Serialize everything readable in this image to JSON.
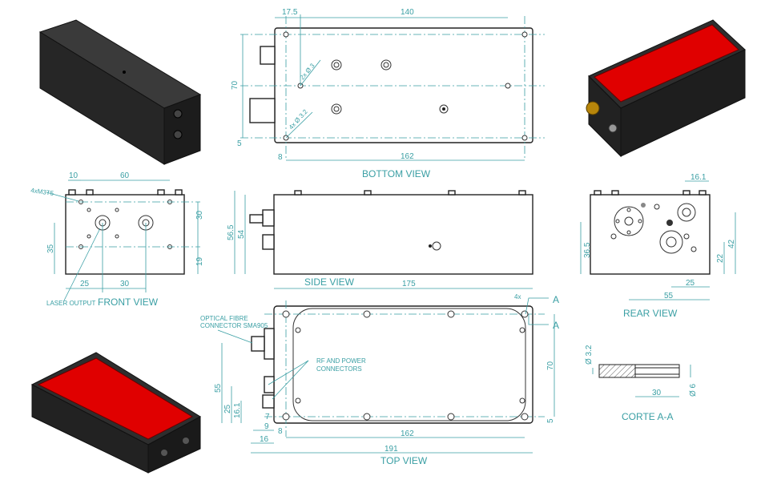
{
  "colors": {
    "dimension": "#3a9fa4",
    "housing": "#2b2b2b",
    "lid": "#e00000"
  },
  "bottom_view": {
    "title": "BOTTOM VIEW",
    "dims": {
      "left_offset": "17.5",
      "hole_span": "140",
      "height": "70",
      "edge": "5",
      "side_offset": "8",
      "length": "162"
    },
    "notes": {
      "holes_a": "2x Ø 3",
      "holes_b": "4x Ø 3.2"
    }
  },
  "front_view": {
    "title": "FRONT VIEW",
    "dims": {
      "offset": "10",
      "span": "60",
      "upper": "30",
      "lower": "19",
      "height": "35",
      "left": "25",
      "between": "30"
    },
    "notes": {
      "thread": "4xM3T5",
      "laser": "LASER OUTPUT"
    }
  },
  "side_view": {
    "title": "SIDE VIEW",
    "dims": {
      "overall_height": "56.5",
      "height": "54",
      "length": "175"
    }
  },
  "rear_view": {
    "title": "REAR VIEW",
    "dims": {
      "offset": "16.1",
      "left_height": "36.5",
      "right_height": "42",
      "lower": "22",
      "right": "25",
      "span": "55"
    }
  },
  "top_view": {
    "title": "TOP VIEW",
    "dims": {
      "h55": "55",
      "h25": "25",
      "h16": "16.1",
      "w7": "7",
      "w9": "9",
      "w16": "16",
      "w8": "8",
      "length": "162",
      "overall": "191",
      "height": "70",
      "edge": "5",
      "count": "4x"
    },
    "notes": {
      "fibre_1": "OPTICAL FIBRE",
      "fibre_2": "CONNECTOR SMA905",
      "rf_1": "RF AND POWER",
      "rf_2": "CONNECTORS"
    },
    "section_marker": "A"
  },
  "section": {
    "title": "CORTE A-A",
    "dims": {
      "bore": "Ø 3.2",
      "depth": "30",
      "outer": "Ø 6"
    }
  }
}
